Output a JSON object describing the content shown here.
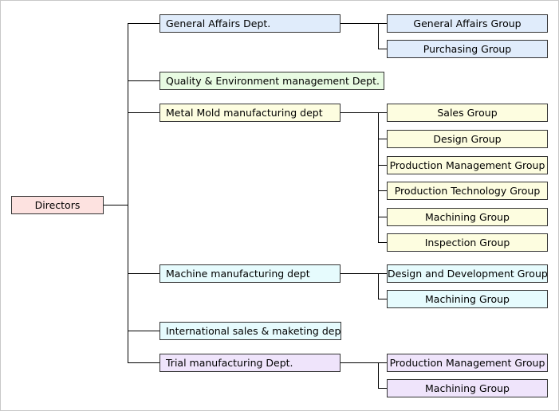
{
  "root": {
    "label": "Directors",
    "color": "#fde2e0"
  },
  "departments": [
    {
      "label": "General Affairs Dept.",
      "color": "#e0ecfb",
      "groups": [
        "General Affairs Group",
        "Purchasing Group"
      ]
    },
    {
      "label": "Quality & Environment management Dept.",
      "color": "#e8fbe2",
      "groups": []
    },
    {
      "label": "Metal Mold manufacturing dept",
      "color": "#fdfde0",
      "groups": [
        "Sales Group",
        "Design Group",
        "Production Management Group",
        "Production Technology Group",
        "Machining Group",
        "Inspection Group"
      ]
    },
    {
      "label": "Machine manufacturing dept",
      "color": "#e6fbfd",
      "groups": [
        "Design and Development Group",
        "Machining Group"
      ]
    },
    {
      "label": "International sales & maketing dept",
      "color": "#e6fbfd",
      "groups": []
    },
    {
      "label": "Trial manufacturing Dept.",
      "color": "#efe4fb",
      "groups": [
        "Production Management Group",
        "Machining Group"
      ]
    }
  ]
}
